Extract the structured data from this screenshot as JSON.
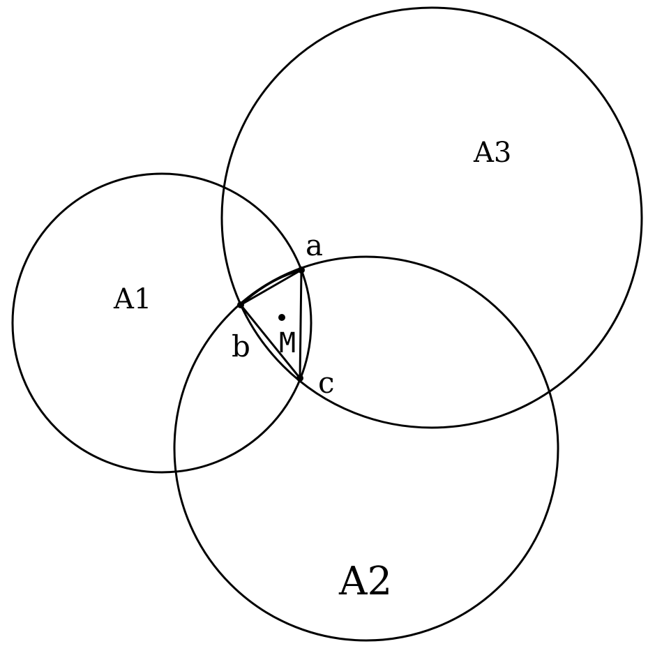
{
  "circles": {
    "A1": {
      "label": "A1"
    },
    "A2": {
      "label": "A2"
    },
    "A3": {
      "label": "A3"
    }
  },
  "points": {
    "a": {
      "label": "a"
    },
    "b": {
      "label": "b"
    },
    "c": {
      "label": "c"
    },
    "M": {
      "label": "M"
    }
  },
  "colors": {
    "stroke": "#000000",
    "background": "#ffffff"
  }
}
